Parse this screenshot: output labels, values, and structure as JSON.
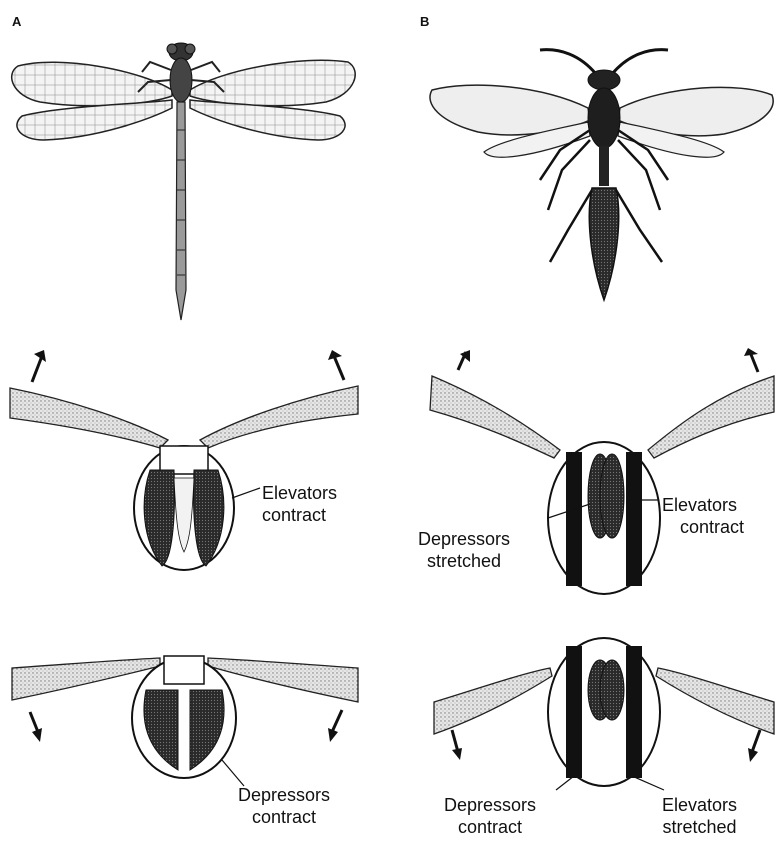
{
  "panels": {
    "a": {
      "letter": "A"
    },
    "b": {
      "letter": "B"
    }
  },
  "labels": {
    "a_up": {
      "line1": "Elevators",
      "line2": "contract"
    },
    "a_down": {
      "line1": "Depressors",
      "line2": "contract"
    },
    "b_up_left": {
      "line1": "Depressors",
      "line2": "stretched"
    },
    "b_up_right": {
      "line1": "Elevators",
      "line2": "contract"
    },
    "b_down_left": {
      "line1": "Depressors",
      "line2": "contract"
    },
    "b_down_right": {
      "line1": "Elevators",
      "line2": "stretched"
    }
  },
  "icons": {
    "dragonfly": "dragonfly-icon",
    "wasp": "wasp-icon",
    "arrow_up": "arrow-up-icon",
    "arrow_down": "arrow-down-icon"
  },
  "colors": {
    "ink": "#111111",
    "wing_fill": "#d9d9d9",
    "muscle": "#1a1a1a"
  }
}
